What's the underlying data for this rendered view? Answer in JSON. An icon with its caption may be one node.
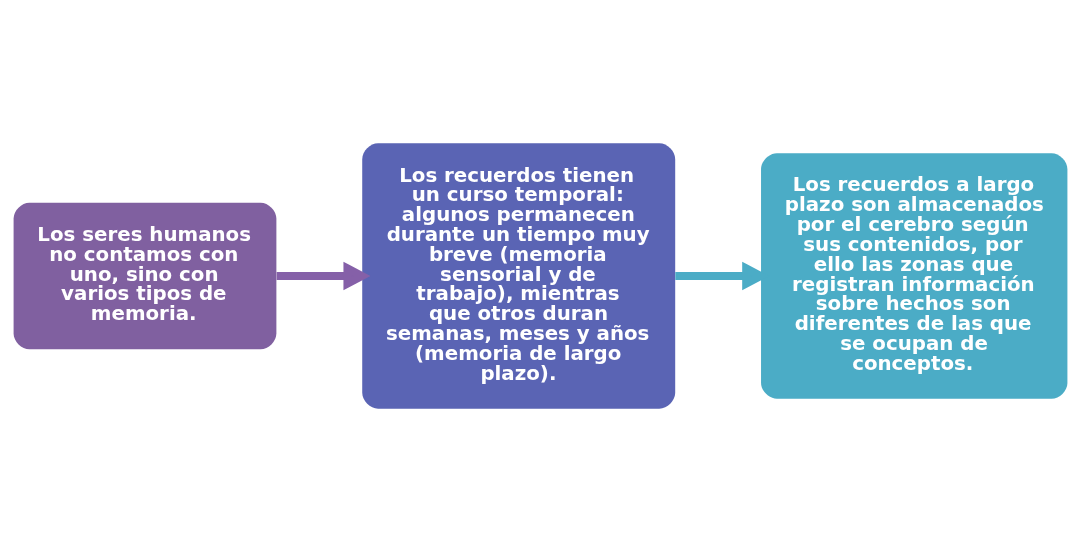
{
  "diagram": {
    "nodes": [
      {
        "text": [
          "Los seres humanos no contamos con uno, sino con varios tipos de memoria."
        ]
      },
      {
        "text": [
          "Los recuerdos tienen un curso temporal: algunos permanecen durante un tiempo muy breve (memoria sensorial y de trabajo), mientras que otros duran semanas, meses y años (memoria de largo plazo)."
        ]
      },
      {
        "text": [
          "Los recuerdos a largo plazo son almacenados por el cerebro según sus contenidos, por ello las zonas que registran información sobre hechos son diferentes de las que se ocupan de conceptos."
        ]
      }
    ],
    "edges": [
      {
        "from": 0,
        "to": 1,
        "arrow": "to",
        "color": "#8560a8"
      },
      {
        "from": 1,
        "to": 2,
        "arrow": "to",
        "color": "#4bacc6"
      }
    ]
  }
}
